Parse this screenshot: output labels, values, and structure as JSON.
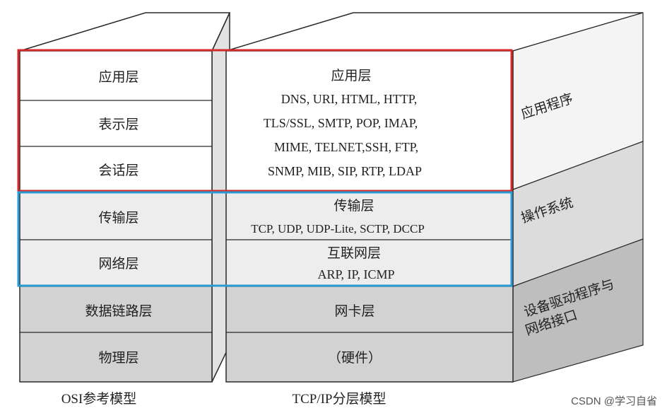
{
  "osi": {
    "caption": "OSI参考模型",
    "layers": [
      {
        "name": "应用层"
      },
      {
        "name": "表示层"
      },
      {
        "name": "会话层"
      },
      {
        "name": "传输层"
      },
      {
        "name": "网络层"
      },
      {
        "name": "数据链路层"
      },
      {
        "name": "物理层"
      }
    ]
  },
  "tcpip": {
    "caption": "TCP/IP分层模型",
    "application": {
      "title": "应用层",
      "protocol_lines": [
        "DNS, URI, HTML, HTTP,",
        "TLS/SSL, SMTP, POP, IMAP,",
        "MIME, TELNET,SSH, FTP,",
        "SNMP, MIB, SIP, RTP, LDAP"
      ]
    },
    "transport": {
      "title": "传输层",
      "protocols": "TCP, UDP, UDP-Lite, SCTP, DCCP"
    },
    "internet": {
      "title": "互联网层",
      "protocols": "ARP, IP, ICMP"
    },
    "link": {
      "title": "网卡层"
    },
    "physical": {
      "title": "（硬件）"
    }
  },
  "side_labels": {
    "application": "应用程序",
    "os": "操作系统",
    "driver_line1": "设备驱动程序与",
    "driver_line2": "网络接口"
  },
  "watermark": "CSDN @学习自省",
  "colors": {
    "app_highlight": "#d42a2a",
    "transport_highlight": "#2a9ad4",
    "white_face": "#ffffff",
    "light_face": "#ededed",
    "dark_face": "#d2d2d2",
    "side_white": "#f4f4f4",
    "side_light": "#dcdcdc",
    "side_dark": "#bebebe",
    "line": "#2a2a2a"
  }
}
